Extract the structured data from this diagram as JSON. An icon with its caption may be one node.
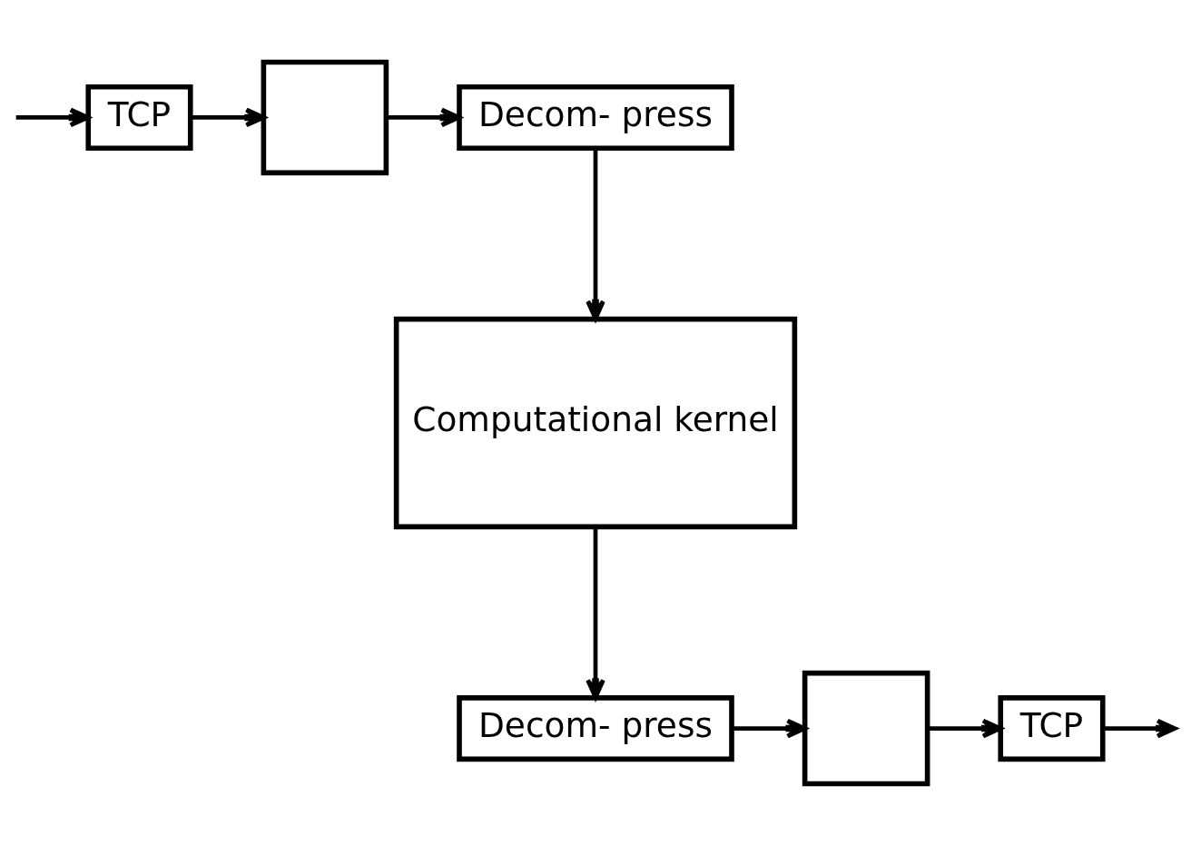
{
  "diagram": {
    "nodes": [
      {
        "text": [
          "TCP"
        ]
      },
      {
        "text": [],
        "shape": "box"
      },
      {
        "text": [
          "Decom- press"
        ]
      },
      {
        "text": [
          "Computational kernel"
        ]
      },
      {
        "text": [
          "Decom- press"
        ]
      },
      {
        "text": [],
        "shape": "box"
      },
      {
        "text": [
          "TCP"
        ]
      }
    ],
    "edges": [
      {
        "from": null,
        "to": 0,
        "arrow": "to"
      },
      {
        "from": 0,
        "to": 1,
        "arrow": "to"
      },
      {
        "from": 1,
        "to": 2,
        "arrow": "to"
      },
      {
        "from": 2,
        "to": 3,
        "arrow": "to"
      },
      {
        "from": 3,
        "to": 4,
        "arrow": "to"
      },
      {
        "from": 4,
        "to": 5,
        "arrow": "to"
      },
      {
        "from": 5,
        "to": 6,
        "arrow": "to"
      },
      {
        "from": 6,
        "to": null,
        "arrow": "to"
      }
    ]
  }
}
